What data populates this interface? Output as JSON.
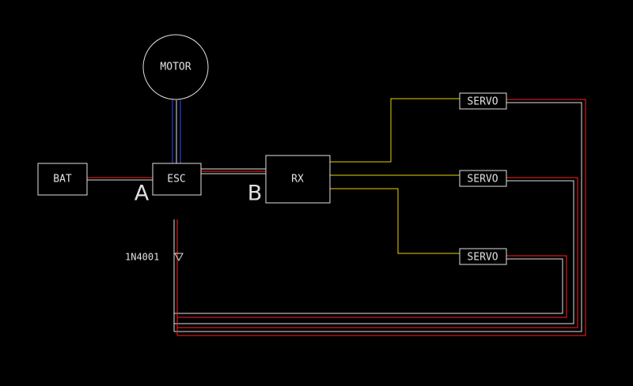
{
  "diagram": {
    "components": {
      "motor": "MOTOR",
      "battery": "BAT",
      "esc": "ESC",
      "receiver": "RX",
      "servo_1": "SERVO",
      "servo_2": "SERVO",
      "servo_3": "SERVO",
      "diode": "1N4001"
    },
    "markers": {
      "a": "A",
      "b": "B"
    },
    "wire_colors": {
      "power_positive": "#ff2020",
      "ground": "#e0e0e0",
      "signal": "#e6d200",
      "motor_phase": "#3050ff"
    }
  }
}
